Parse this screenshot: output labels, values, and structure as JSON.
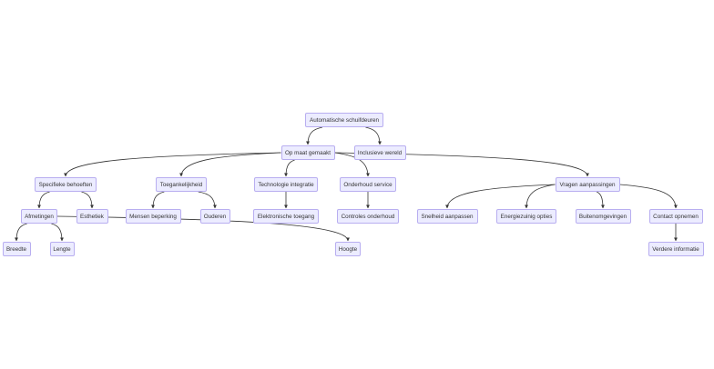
{
  "nodes": {
    "auto": "Automatische schuifdeuren",
    "opmaat": "Op maat gemaakt",
    "inclusief": "Inclusieve wereld",
    "specifiek": "Specifieke behoeften",
    "toegankelijk": "Toegankelijkheid",
    "technologie": "Technologie integratie",
    "onderhoud": "Onderhoud service",
    "vragen": "Vragen aanpassingen",
    "afmetingen": "Afmetingen",
    "esthetiek": "Esthetiek",
    "mensen": "Mensen beperking",
    "ouderen": "Ouderen",
    "elektronisch": "Elektronische toegang",
    "controles": "Controles onderhoud",
    "snelheid": "Snelheid aanpassen",
    "energie": "Energiezuinig opties",
    "buiten": "Buitenomgevingen",
    "contact": "Contact opnemen",
    "breedte": "Breedte",
    "lengte": "Lengte",
    "hoogte": "Hoogte",
    "verdere": "Verdere informatie"
  },
  "edges": [
    [
      "auto",
      "opmaat"
    ],
    [
      "auto",
      "inclusief"
    ],
    [
      "opmaat",
      "specifiek"
    ],
    [
      "opmaat",
      "toegankelijk"
    ],
    [
      "opmaat",
      "technologie"
    ],
    [
      "opmaat",
      "onderhoud"
    ],
    [
      "opmaat",
      "vragen"
    ],
    [
      "specifiek",
      "afmetingen"
    ],
    [
      "specifiek",
      "esthetiek"
    ],
    [
      "toegankelijk",
      "mensen"
    ],
    [
      "toegankelijk",
      "ouderen"
    ],
    [
      "technologie",
      "elektronisch"
    ],
    [
      "onderhoud",
      "controles"
    ],
    [
      "vragen",
      "snelheid"
    ],
    [
      "vragen",
      "energie"
    ],
    [
      "vragen",
      "buiten"
    ],
    [
      "vragen",
      "contact"
    ],
    [
      "afmetingen",
      "breedte"
    ],
    [
      "afmetingen",
      "lengte"
    ],
    [
      "afmetingen",
      "hoogte"
    ],
    [
      "contact",
      "verdere"
    ]
  ],
  "colors": {
    "node_fill": "#ececff",
    "node_border": "#b8aef0",
    "edge": "#333333"
  }
}
